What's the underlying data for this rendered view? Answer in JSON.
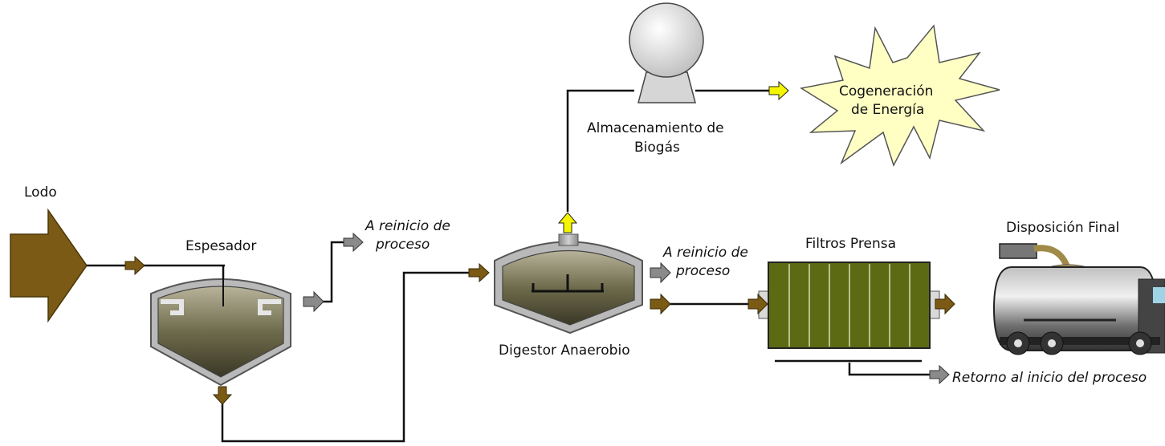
{
  "labels": {
    "lodo": "Lodo",
    "espesador": "Espesador",
    "reinicio_espesador_line1": "A reinicio de",
    "reinicio_espesador_line2": "proceso",
    "digestor": "Digestor Anaerobio",
    "reinicio_digestor_line1": "A reinicio de",
    "reinicio_digestor_line2": "proceso",
    "almacenamiento_line1": "Almacenamiento de",
    "almacenamiento_line2": "Biogás",
    "cogeneracion_line1": "Cogeneración",
    "cogeneracion_line2": "de Energía",
    "filtros": "Filtros Prensa",
    "disposicion": "Disposición Final",
    "retorno": "Retorno al inicio del proceso"
  },
  "colors": {
    "sludge_arrow": "#7a5a14",
    "gray_arrow": "#8a8a8a",
    "gas_arrow": "#f5f500",
    "tank_fill": "#6d6a4f",
    "filter_fill": "#5d6a14",
    "burst_fill": "#ffffc4"
  },
  "icons": [
    "lodo-arrow-icon",
    "thickener-tank-icon",
    "digester-tank-icon",
    "biogas-sphere-icon",
    "energy-burst-icon",
    "filter-press-icon",
    "tanker-truck-icon"
  ]
}
